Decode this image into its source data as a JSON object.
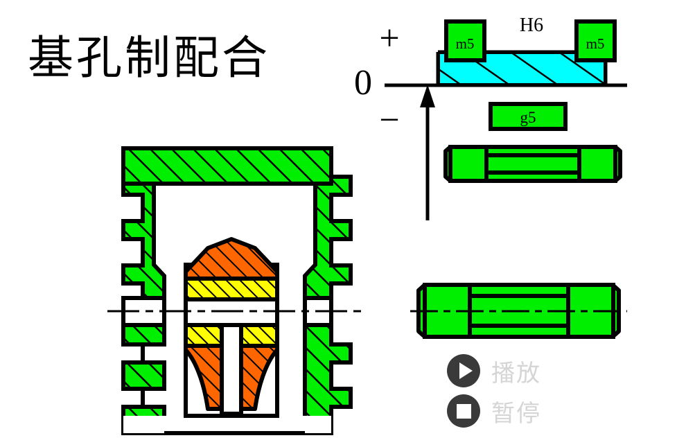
{
  "page": {
    "title": "基孔制配合",
    "background_color": "#ffffff"
  },
  "colors": {
    "green_fill": "#00ee00",
    "cyan_fill": "#00ffff",
    "orange_fill": "#ff6600",
    "yellow_fill": "#ffff00",
    "outline": "#000000",
    "control_circle": "#3a3a3a",
    "control_label": "#d5d5d5"
  },
  "tolerance_diagram": {
    "axis": {
      "plus_label": "+",
      "zero_label": "0",
      "minus_label": "−",
      "zero_line_present": true,
      "arrow_direction": "up"
    },
    "hole_zone": {
      "label": "H6",
      "fill": "#00ffff",
      "hatched": true,
      "position": "above-zero-line"
    },
    "shaft_zones": [
      {
        "label": "m5",
        "fill": "#00ee00",
        "position": "left-straddling-top"
      },
      {
        "label": "m5",
        "fill": "#00ee00",
        "position": "right-straddling-top"
      },
      {
        "label": "g5",
        "fill": "#00ee00",
        "position": "below-zero-line"
      }
    ]
  },
  "parts": {
    "shaft_upper": {
      "name": "shaft-pin-upper",
      "fill": "#00ee00",
      "has_centerline": false
    },
    "shaft_lower": {
      "name": "shaft-pin-lower",
      "fill": "#00ee00",
      "has_centerline": true
    }
  },
  "assembly": {
    "name": "cylinder-piston-cross-section",
    "has_centerline": true,
    "sections": [
      {
        "name": "cylinder-body",
        "fill": "#00ee00",
        "hatch": true
      },
      {
        "name": "piston-crown",
        "fill": "#ff6600",
        "hatch": true
      },
      {
        "name": "piston-ring-upper",
        "fill": "#ffff00",
        "hatch": true
      },
      {
        "name": "piston-ring-lower",
        "fill": "#ffff00",
        "hatch": true
      },
      {
        "name": "piston-skirt",
        "fill": "#ff6600",
        "hatch": true
      }
    ]
  },
  "controls": {
    "play": {
      "label": "播放",
      "icon": "play-icon"
    },
    "pause": {
      "label": "暂停",
      "icon": "stop-icon"
    }
  }
}
